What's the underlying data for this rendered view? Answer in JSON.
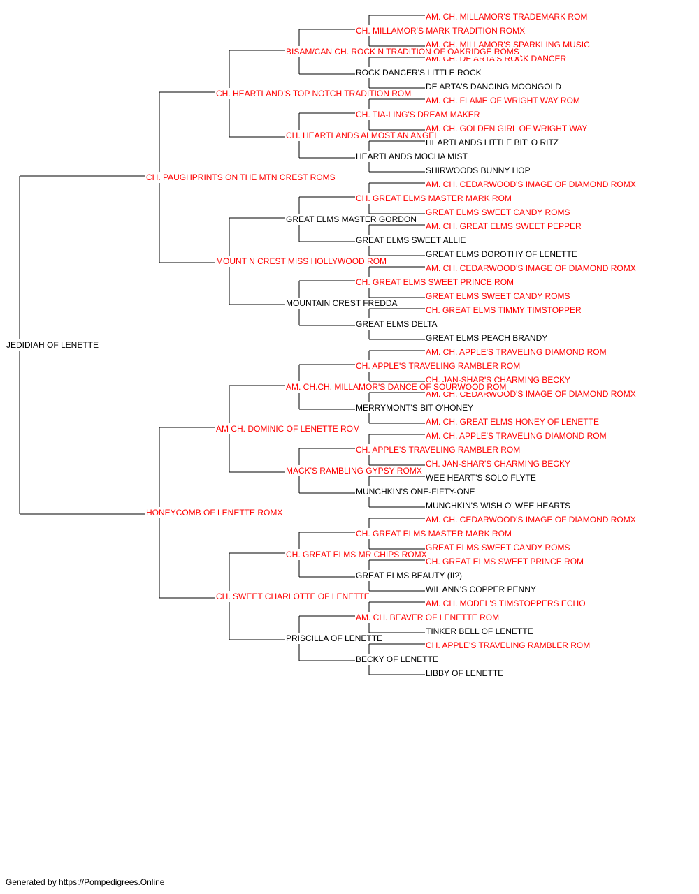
{
  "colors": {
    "champion": "#ff0000",
    "regular": "#000000",
    "line": "#000000"
  },
  "pedigree": {
    "name": "JEDIDIAH OF LENETTE",
    "ch": false,
    "sire": {
      "name": "CH. PAUGHPRINTS ON THE MTN CREST ROMS",
      "ch": true,
      "sire": {
        "name": "CH. HEARTLAND'S TOP NOTCH TRADITION ROM",
        "ch": true,
        "sire": {
          "name": "BISAM/CAN CH. ROCK N TRADITION OF OAKRIDGE ROMS",
          "ch": true,
          "sire": {
            "name": "CH. MILLAMOR'S MARK TRADITION ROMX",
            "ch": true,
            "sire": {
              "name": "AM. CH. MILLAMOR'S TRADEMARK ROM",
              "ch": true
            },
            "dam": {
              "name": "AM. CH. MILLAMOR'S SPARKLING MUSIC",
              "ch": true
            }
          },
          "dam": {
            "name": "ROCK DANCER'S LITTLE ROCK",
            "ch": false,
            "sire": {
              "name": "AM. CH. DE ARTA'S ROCK DANCER",
              "ch": true
            },
            "dam": {
              "name": "DE ARTA'S DANCING MOONGOLD",
              "ch": false
            }
          }
        },
        "dam": {
          "name": "CH. HEARTLANDS ALMOST AN ANGEL",
          "ch": true,
          "sire": {
            "name": "CH. TIA-LING'S DREAM MAKER",
            "ch": true,
            "sire": {
              "name": "AM. CH. FLAME OF WRIGHT WAY ROM",
              "ch": true
            },
            "dam": {
              "name": "AM. CH. GOLDEN GIRL OF WRIGHT WAY",
              "ch": true
            }
          },
          "dam": {
            "name": "HEARTLANDS MOCHA MIST",
            "ch": false,
            "sire": {
              "name": "HEARTLANDS LITTLE BIT' O RITZ",
              "ch": false
            },
            "dam": {
              "name": "SHIRWOODS BUNNY HOP",
              "ch": false
            }
          }
        }
      },
      "dam": {
        "name": "MOUNT N CREST MISS HOLLYWOOD ROM",
        "ch": true,
        "sire": {
          "name": "GREAT ELMS MASTER GORDON",
          "ch": false,
          "sire": {
            "name": "CH. GREAT ELMS MASTER MARK ROM",
            "ch": true,
            "sire": {
              "name": "AM. CH. CEDARWOOD'S IMAGE OF DIAMOND ROMX",
              "ch": true
            },
            "dam": {
              "name": "GREAT ELMS SWEET CANDY ROMS",
              "ch": true
            }
          },
          "dam": {
            "name": "GREAT ELMS SWEET ALLIE",
            "ch": false,
            "sire": {
              "name": "AM. CH. GREAT ELMS SWEET PEPPER",
              "ch": true
            },
            "dam": {
              "name": "GREAT ELMS DOROTHY OF LENETTE",
              "ch": false
            }
          }
        },
        "dam": {
          "name": "MOUNTAIN CREST FREDDA",
          "ch": false,
          "sire": {
            "name": "CH. GREAT ELMS SWEET PRINCE ROM",
            "ch": true,
            "sire": {
              "name": "AM. CH. CEDARWOOD'S IMAGE OF DIAMOND ROMX",
              "ch": true
            },
            "dam": {
              "name": "GREAT ELMS SWEET CANDY ROMS",
              "ch": true
            }
          },
          "dam": {
            "name": "GREAT ELMS DELTA",
            "ch": false,
            "sire": {
              "name": "CH. GREAT ELMS TIMMY TIMSTOPPER",
              "ch": true
            },
            "dam": {
              "name": "GREAT ELMS PEACH BRANDY",
              "ch": false
            }
          }
        }
      }
    },
    "dam": {
      "name": "HONEYCOMB OF LENETTE ROMX",
      "ch": true,
      "sire": {
        "name": "AM CH. DOMINIC OF LENETTE ROM",
        "ch": true,
        "sire": {
          "name": "AM. CH.CH. MILLAMOR'S DANCE OF SOURWOOD ROM",
          "ch": true,
          "sire": {
            "name": "CH. APPLE'S TRAVELING RAMBLER ROM",
            "ch": true,
            "sire": {
              "name": "AM. CH. APPLE'S TRAVELING DIAMOND ROM",
              "ch": true
            },
            "dam": {
              "name": "CH. JAN-SHAR'S CHARMING BECKY",
              "ch": true
            }
          },
          "dam": {
            "name": "MERRYMONT'S BIT O'HONEY",
            "ch": false,
            "sire": {
              "name": "AM. CH. CEDARWOOD'S IMAGE OF DIAMOND ROMX",
              "ch": true
            },
            "dam": {
              "name": "AM. CH. GREAT ELMS HONEY OF LENETTE",
              "ch": true
            }
          }
        },
        "dam": {
          "name": "MACK'S RAMBLING GYPSY ROMX",
          "ch": true,
          "sire": {
            "name": "CH. APPLE'S TRAVELING RAMBLER ROM",
            "ch": true,
            "sire": {
              "name": "AM. CH. APPLE'S TRAVELING DIAMOND ROM",
              "ch": true
            },
            "dam": {
              "name": "CH. JAN-SHAR'S CHARMING BECKY",
              "ch": true
            }
          },
          "dam": {
            "name": "MUNCHKIN'S ONE-FIFTY-ONE",
            "ch": false,
            "sire": {
              "name": "WEE HEART'S SOLO FLYTE",
              "ch": false
            },
            "dam": {
              "name": "MUNCHKIN'S WISH O' WEE HEARTS",
              "ch": false
            }
          }
        }
      },
      "dam": {
        "name": "CH. SWEET CHARLOTTE OF LENETTE",
        "ch": true,
        "sire": {
          "name": "CH. GREAT ELMS MR CHIPS ROMX",
          "ch": true,
          "sire": {
            "name": "CH. GREAT ELMS MASTER MARK ROM",
            "ch": true,
            "sire": {
              "name": "AM. CH. CEDARWOOD'S IMAGE OF DIAMOND ROMX",
              "ch": true
            },
            "dam": {
              "name": "GREAT ELMS SWEET CANDY ROMS",
              "ch": true
            }
          },
          "dam": {
            "name": "GREAT ELMS BEAUTY (II?)",
            "ch": false,
            "sire": {
              "name": "CH. GREAT ELMS SWEET PRINCE ROM",
              "ch": true
            },
            "dam": {
              "name": "WIL ANN'S COPPER PENNY",
              "ch": false
            }
          }
        },
        "dam": {
          "name": "PRISCILLA OF LENETTE",
          "ch": false,
          "sire": {
            "name": "AM. CH. BEAVER OF LENETTE ROM",
            "ch": true,
            "sire": {
              "name": "AM. CH. MODEL'S TIMSTOPPERS ECHO",
              "ch": true
            },
            "dam": {
              "name": "TINKER BELL OF LENETTE",
              "ch": false
            }
          },
          "dam": {
            "name": "BECKY OF LENETTE",
            "ch": false,
            "sire": {
              "name": "CH. APPLE'S TRAVELING RAMBLER ROM",
              "ch": true
            },
            "dam": {
              "name": "LIBBY OF LENETTE",
              "ch": false
            }
          }
        }
      }
    }
  },
  "footer": "Generated by https://Pompedigrees.Online"
}
